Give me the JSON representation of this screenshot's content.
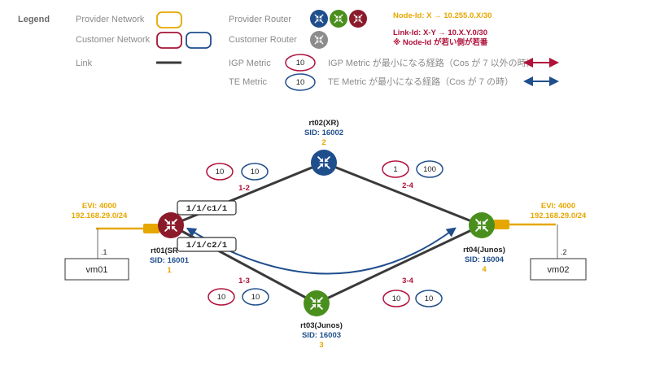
{
  "legend": {
    "title": "Legend",
    "provider_network": "Provider Network",
    "customer_network": "Customer Network",
    "link": "Link",
    "provider_router": "Provider Router",
    "customer_router": "Customer Router",
    "igp_metric": "IGP Metric",
    "te_metric": "TE Metric",
    "igp_sample": "10",
    "te_sample": "10",
    "igp_path_text": "IGP Metric が最小になる経路（Cos が 7 以外の時）",
    "te_path_text": "TE Metric が最小になる経路（Cos が 7 の時）",
    "node_id_rule": "Node-Id: X → 10.255.0.X/30",
    "link_id_rule": "Link-Id: X-Y → 10.X.Y.0/30",
    "link_id_note": "※ Node-Id が若い側が若番"
  },
  "routers": {
    "rt01": {
      "name": "rt01(SR",
      "sid": "SID: 16001",
      "id": "1"
    },
    "rt02": {
      "name": "rt02(XR)",
      "sid": "SID: 16002",
      "id": "2"
    },
    "rt03": {
      "name": "rt03(Junos)",
      "sid": "SID: 16003",
      "id": "3"
    },
    "rt04": {
      "name": "rt04(Junos)",
      "sid": "SID: 16004",
      "id": "4"
    }
  },
  "links": {
    "l12": {
      "id": "1-2",
      "igp": "10",
      "te": "10"
    },
    "l24": {
      "id": "2-4",
      "igp": "1",
      "te": "100"
    },
    "l13": {
      "id": "1-3",
      "igp": "10",
      "te": "10"
    },
    "l34": {
      "id": "3-4",
      "igp": "10",
      "te": "10"
    }
  },
  "interfaces": {
    "c1": "1/1/c1/1",
    "c2": "1/1/c2/1"
  },
  "evi_left": {
    "evi": "EVI: 4000",
    "subnet": "192.168.29.0/24",
    "host": ".1",
    "vm": "vm01"
  },
  "evi_right": {
    "evi": "EVI: 4000",
    "subnet": "192.168.29.0/24",
    "host": ".2",
    "vm": "vm02"
  },
  "colors": {
    "provider": "#e6a700",
    "customer_red": "#a31537",
    "customer_blue": "#1f4e8c",
    "router_blue": "#1f4e8c",
    "router_green": "#4a8f1e",
    "router_red": "#8b1a2b",
    "router_gray": "#8c8c8c",
    "link": "#3a3a3a"
  }
}
